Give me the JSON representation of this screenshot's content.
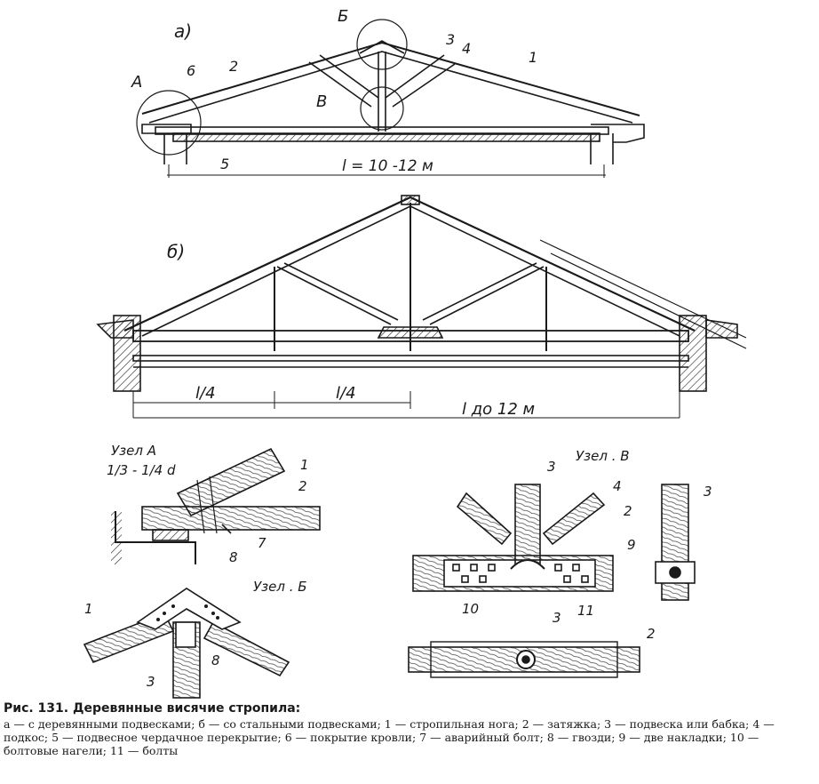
{
  "views": {
    "a": {
      "tag": "а)",
      "span": "l = 10 -12 м",
      "circles": [
        "А",
        "Б",
        "В"
      ],
      "callouts": [
        "1",
        "2",
        "3",
        "4",
        "5",
        "6"
      ]
    },
    "b": {
      "tag": "б)",
      "quarter1": "l/4",
      "quarter2": "l/4",
      "span": "l до 12 м"
    }
  },
  "nodes": {
    "A": {
      "title": "Узел  А",
      "dim": "1/3 - 1/4 d",
      "callouts": [
        "1",
        "2",
        "7",
        "8"
      ]
    },
    "B_ridge": {
      "title": "Узел . Б",
      "callouts": [
        "1",
        "8",
        "3"
      ]
    },
    "V": {
      "title": "Узел . В",
      "callouts": [
        "3",
        "4",
        "2",
        "10",
        "3",
        "11",
        "3",
        "9",
        "2"
      ]
    }
  },
  "caption": {
    "title": "Рис. 131. Деревянные висячие стропила:",
    "legend": "а — с деревянными подвесками; б — со стальными подвесками; 1 — стропильная нога; 2 — затяжка; 3 — подвеска или бабка; 4 — подкос; 5 — подвесное чердачное перекрытие; 6 — покрытие кровли; 7 — аварийный болт; 8 — гвозди; 9 — две накладки; 10 — болтовые нагели; 11 — болты"
  }
}
